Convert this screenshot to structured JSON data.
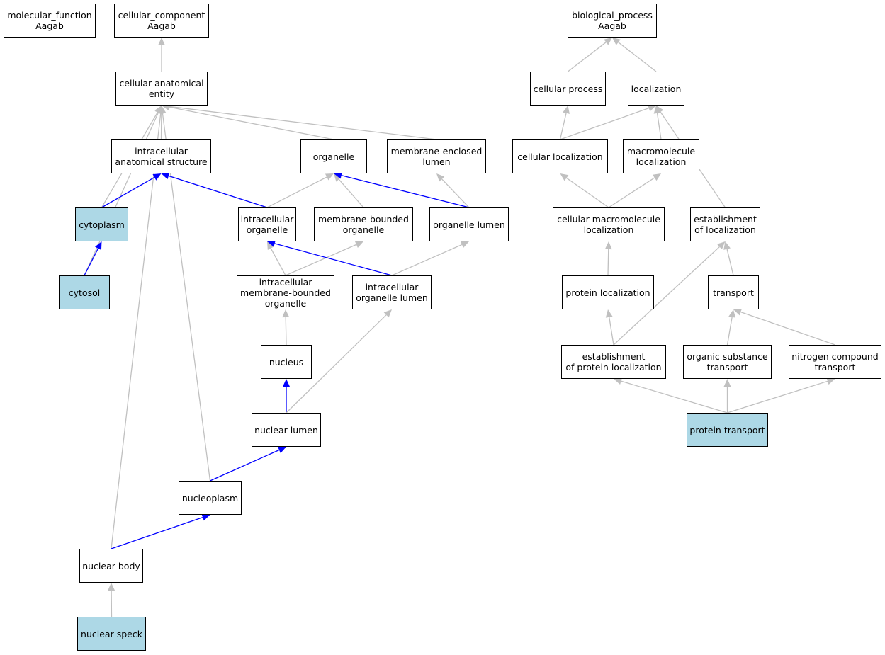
{
  "colors": {
    "highlight": "#add8e6",
    "edge_default": "#c0c0c0",
    "edge_highlight": "#0000ff"
  },
  "nodes": [
    {
      "id": "mf",
      "label": "molecular_function\nAagab",
      "highlight": false
    },
    {
      "id": "cc",
      "label": "cellular_component\nAagab",
      "highlight": false
    },
    {
      "id": "bp",
      "label": "biological_process\nAagab",
      "highlight": false
    },
    {
      "id": "cae",
      "label": "cellular anatomical\nentity",
      "highlight": false
    },
    {
      "id": "cproc",
      "label": "cellular process",
      "highlight": false
    },
    {
      "id": "loc",
      "label": "localization",
      "highlight": false
    },
    {
      "id": "ias",
      "label": "intracellular\nanatomical structure",
      "highlight": false
    },
    {
      "id": "org",
      "label": "organelle",
      "highlight": false
    },
    {
      "id": "mel",
      "label": "membrane-enclosed\nlumen",
      "highlight": false
    },
    {
      "id": "cloc",
      "label": "cellular localization",
      "highlight": false
    },
    {
      "id": "mloc",
      "label": "macromolecule\nlocalization",
      "highlight": false
    },
    {
      "id": "cyto",
      "label": "cytoplasm",
      "highlight": true
    },
    {
      "id": "io",
      "label": "intracellular\norganelle",
      "highlight": false
    },
    {
      "id": "mbo",
      "label": "membrane-bounded\norganelle",
      "highlight": false
    },
    {
      "id": "ol",
      "label": "organelle lumen",
      "highlight": false
    },
    {
      "id": "cmloc",
      "label": "cellular macromolecule\nlocalization",
      "highlight": false
    },
    {
      "id": "eloc",
      "label": "establishment\nof localization",
      "highlight": false
    },
    {
      "id": "cytosol",
      "label": "cytosol",
      "highlight": true
    },
    {
      "id": "imbo",
      "label": "intracellular\nmembrane-bounded\norganelle",
      "highlight": false
    },
    {
      "id": "iol",
      "label": "intracellular\norganelle lumen",
      "highlight": false
    },
    {
      "id": "ploc",
      "label": "protein localization",
      "highlight": false
    },
    {
      "id": "trans",
      "label": "transport",
      "highlight": false
    },
    {
      "id": "nuc",
      "label": "nucleus",
      "highlight": false
    },
    {
      "id": "epl",
      "label": "establishment\nof protein localization",
      "highlight": false
    },
    {
      "id": "ost",
      "label": "organic substance\ntransport",
      "highlight": false
    },
    {
      "id": "nct",
      "label": "nitrogen compound\ntransport",
      "highlight": false
    },
    {
      "id": "nl",
      "label": "nuclear lumen",
      "highlight": false
    },
    {
      "id": "pt",
      "label": "protein transport",
      "highlight": true
    },
    {
      "id": "np",
      "label": "nucleoplasm",
      "highlight": false
    },
    {
      "id": "nb",
      "label": "nuclear body",
      "highlight": false
    },
    {
      "id": "ns",
      "label": "nuclear speck",
      "highlight": true
    }
  ],
  "edges": [
    {
      "from": "cae",
      "to": "cc",
      "highlight": false
    },
    {
      "from": "cproc",
      "to": "bp",
      "highlight": false
    },
    {
      "from": "loc",
      "to": "bp",
      "highlight": false
    },
    {
      "from": "ias",
      "to": "cae",
      "highlight": false
    },
    {
      "from": "org",
      "to": "cae",
      "highlight": false
    },
    {
      "from": "mel",
      "to": "cae",
      "highlight": false
    },
    {
      "from": "cyto",
      "to": "cae",
      "highlight": false
    },
    {
      "from": "cytosol",
      "to": "cae",
      "highlight": false
    },
    {
      "from": "np",
      "to": "cae",
      "highlight": false
    },
    {
      "from": "nb",
      "to": "cae",
      "highlight": false
    },
    {
      "from": "cloc",
      "to": "cproc",
      "highlight": false
    },
    {
      "from": "cloc",
      "to": "loc",
      "highlight": false
    },
    {
      "from": "mloc",
      "to": "loc",
      "highlight": false
    },
    {
      "from": "eloc",
      "to": "loc",
      "highlight": false
    },
    {
      "from": "cyto",
      "to": "ias",
      "highlight": true
    },
    {
      "from": "io",
      "to": "ias",
      "highlight": true
    },
    {
      "from": "cytosol",
      "to": "cyto",
      "highlight": true
    },
    {
      "from": "io",
      "to": "org",
      "highlight": false
    },
    {
      "from": "mbo",
      "to": "org",
      "highlight": false
    },
    {
      "from": "ol",
      "to": "org",
      "highlight": true
    },
    {
      "from": "ol",
      "to": "mel",
      "highlight": false
    },
    {
      "from": "cmloc",
      "to": "cloc",
      "highlight": false
    },
    {
      "from": "cmloc",
      "to": "mloc",
      "highlight": false
    },
    {
      "from": "imbo",
      "to": "io",
      "highlight": false
    },
    {
      "from": "imbo",
      "to": "mbo",
      "highlight": false
    },
    {
      "from": "iol",
      "to": "io",
      "highlight": true
    },
    {
      "from": "iol",
      "to": "ol",
      "highlight": false
    },
    {
      "from": "ploc",
      "to": "cmloc",
      "highlight": false
    },
    {
      "from": "trans",
      "to": "eloc",
      "highlight": false
    },
    {
      "from": "epl",
      "to": "eloc",
      "highlight": false
    },
    {
      "from": "nuc",
      "to": "imbo",
      "highlight": false
    },
    {
      "from": "epl",
      "to": "ploc",
      "highlight": false
    },
    {
      "from": "ost",
      "to": "trans",
      "highlight": false
    },
    {
      "from": "nct",
      "to": "trans",
      "highlight": false
    },
    {
      "from": "nl",
      "to": "nuc",
      "highlight": true
    },
    {
      "from": "nl",
      "to": "iol",
      "highlight": false
    },
    {
      "from": "pt",
      "to": "epl",
      "highlight": false
    },
    {
      "from": "pt",
      "to": "ost",
      "highlight": false
    },
    {
      "from": "pt",
      "to": "nct",
      "highlight": false
    },
    {
      "from": "np",
      "to": "nl",
      "highlight": true
    },
    {
      "from": "nb",
      "to": "np",
      "highlight": true
    },
    {
      "from": "ns",
      "to": "nb",
      "highlight": false
    }
  ]
}
